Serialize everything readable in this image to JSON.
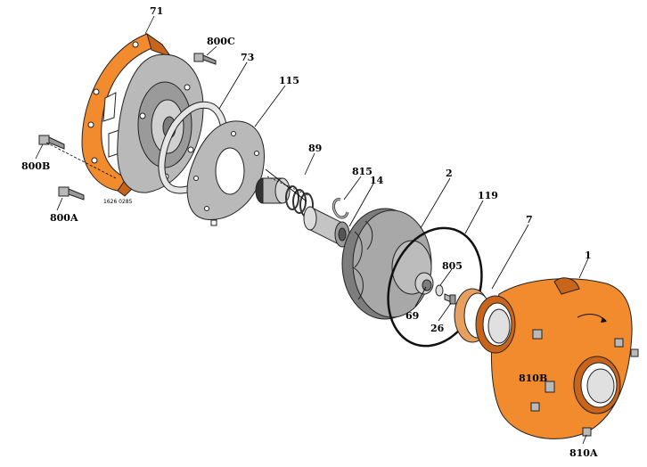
{
  "labels": {
    "p71": "71",
    "p800C": "800C",
    "p73": "73",
    "p115": "115",
    "p89": "89",
    "p815": "815",
    "p14": "14",
    "p2": "2",
    "p119": "119",
    "p7": "7",
    "p1": "1",
    "p805": "805",
    "p69": "69",
    "p26": "26",
    "p800B": "800B",
    "p800A": "800A",
    "p810B": "810B",
    "p810A": "810A",
    "drawing_number": "1626 0285"
  },
  "colors": {
    "casting_orange": "#f28a2e",
    "casting_shadow": "#c9651a",
    "gray_metal": "#b9b9b9",
    "gray_dark": "#7d7d7d",
    "wear_ring": "#e8a060",
    "oring": "#111111"
  }
}
